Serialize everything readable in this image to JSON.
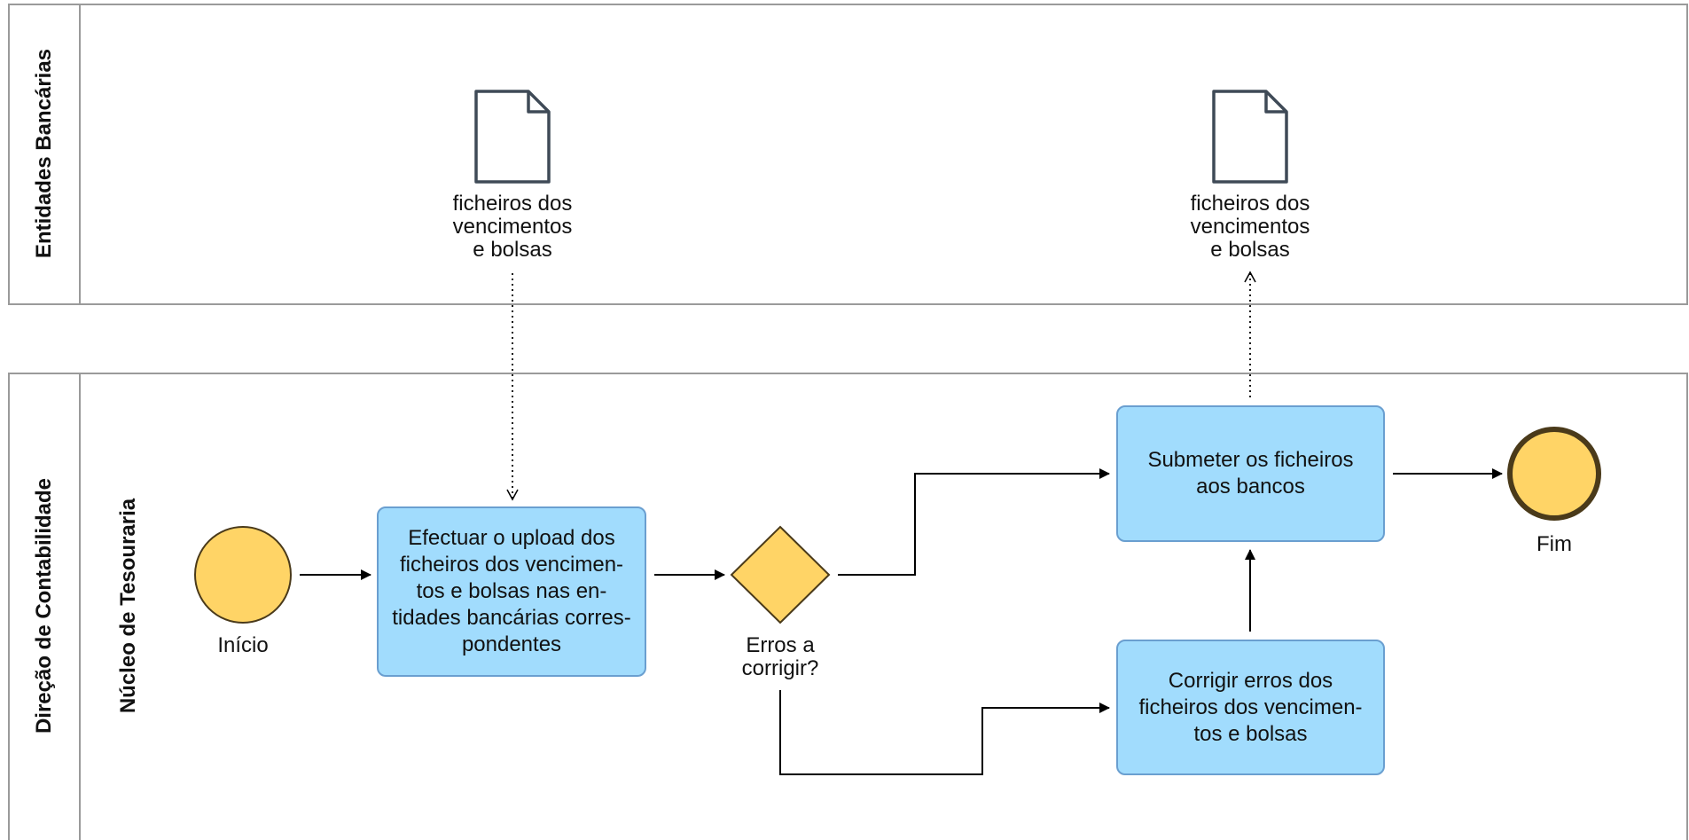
{
  "pools": {
    "top": {
      "title": "Entidades Bancárias"
    },
    "bottom": {
      "title": "Direção de Contabilidade",
      "lane": "Núcleo de Tesouraria"
    }
  },
  "data_objects": [
    {
      "label": "ficheiros dos\nvencimentos\ne bolsas"
    },
    {
      "label": "ficheiros dos\nvencimentos\ne bolsas"
    }
  ],
  "events": {
    "start": {
      "label": "Início"
    },
    "end": {
      "label": "Fim"
    }
  },
  "tasks": {
    "upload": {
      "label": "Efectuar o upload dos\nficheiros dos vencimen-\ntos e bolsas nas en-\ntidades bancárias corres-\npondentes"
    },
    "submit": {
      "label": "Submeter os ficheiros\naos bancos"
    },
    "fix": {
      "label": "Corrigir erros dos\nficheiros dos vencimen-\ntos e bolsas"
    }
  },
  "gateway": {
    "label": "Erros a\ncorrigir?"
  },
  "colors": {
    "task_fill": "#a1dcfd",
    "task_stroke": "#6a9fd0",
    "event_fill": "#ffd466",
    "event_stroke": "#4a3a1a",
    "pool_stroke": "#9a9a9a",
    "doc_stroke": "#3f4a57"
  }
}
